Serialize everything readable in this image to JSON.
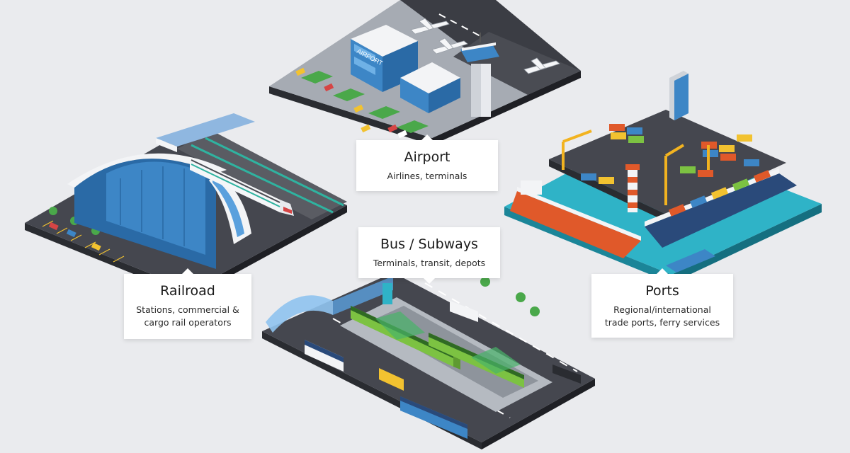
{
  "cards": {
    "airport": {
      "title": "Airport",
      "subtitle": "Airlines, terminals"
    },
    "bus": {
      "title": "Bus / Subways",
      "subtitle": "Terminals, transit, depots"
    },
    "railroad": {
      "title": "Railroad",
      "subtitle_line1": "Stations, commercial &",
      "subtitle_line2": "cargo rail operators"
    },
    "ports": {
      "title": "Ports",
      "subtitle_line1": "Regional/international",
      "subtitle_line2": "trade ports, ferry services"
    }
  },
  "colors": {
    "background": "#eaebee",
    "asphalt": "#3b3d44",
    "water": "#2fb3c7",
    "train_green": "#7cc242",
    "glass_blue": "#3d86c6",
    "ship_orange": "#e0592a"
  },
  "icons": [
    "airport-building-icon",
    "control-tower-icon",
    "airplane-icon",
    "train-station-icon",
    "high-speed-train-icon",
    "tram-icon",
    "bus-icon",
    "cargo-ship-icon",
    "crane-icon",
    "lighthouse-icon",
    "container-icon"
  ]
}
